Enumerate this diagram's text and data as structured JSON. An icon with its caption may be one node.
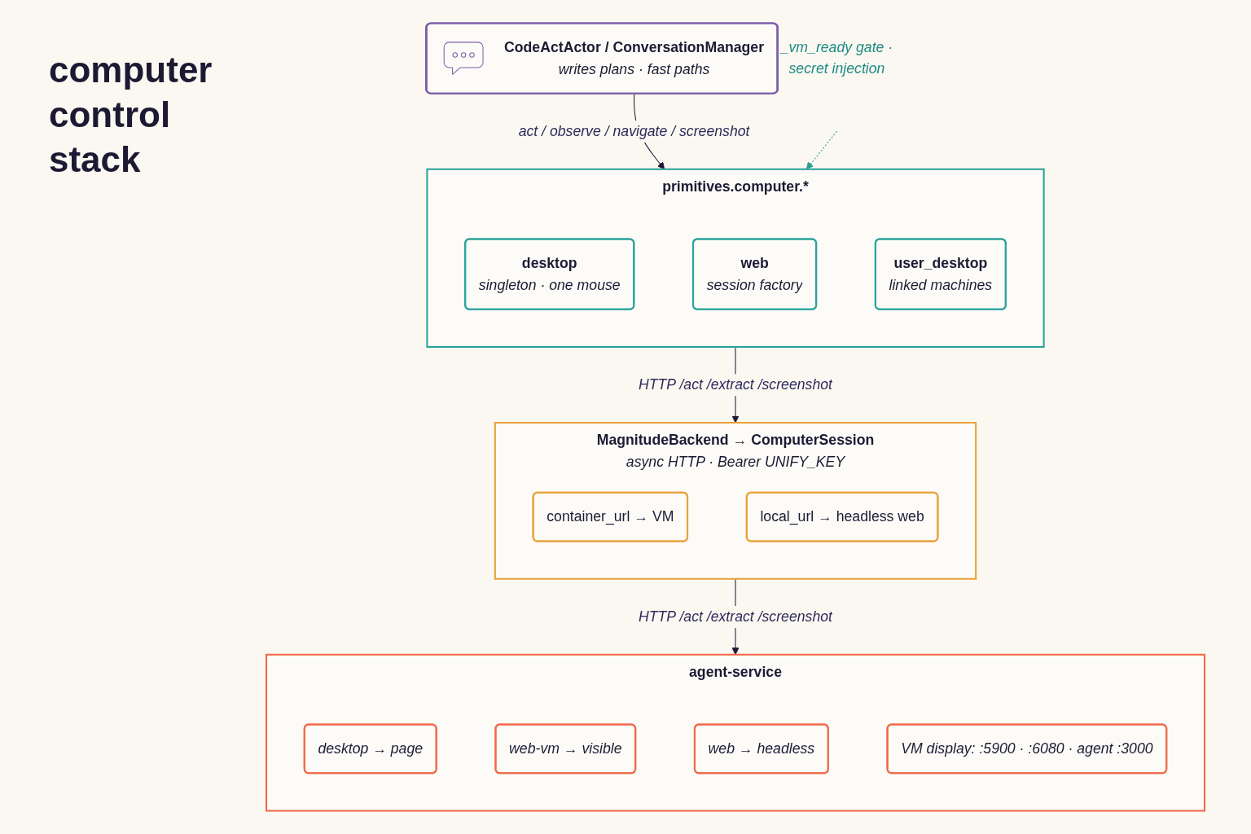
{
  "diagram": {
    "title": "computer control stack",
    "nodes": [
      {
        "text": [
          "CodeActActor / ConversationManager",
          "writes plans · fast paths"
        ]
      },
      {
        "text": [
          "_vm_ready gate · secret injection"
        ]
      },
      {
        "text": [
          "primitives.computer.*"
        ]
      },
      {
        "text": [
          "desktop",
          "singleton · one mouse"
        ],
        "in": 2
      },
      {
        "text": [
          "web",
          "session factory"
        ],
        "in": 2
      },
      {
        "text": [
          "user_desktop",
          "linked machines"
        ],
        "in": 2
      },
      {
        "text": [
          "MagnitudeBackend → ComputerSession",
          "async HTTP · Bearer UNIFY_KEY"
        ]
      },
      {
        "text": [
          "container_url → VM"
        ],
        "in": 6
      },
      {
        "text": [
          "local_url → headless web"
        ],
        "in": 6
      },
      {
        "text": [
          "agent-service"
        ]
      },
      {
        "text": [
          "desktop → page"
        ],
        "in": 9
      },
      {
        "text": [
          "web-vm → visible"
        ],
        "in": 9
      },
      {
        "text": [
          "web → headless"
        ],
        "in": 9
      },
      {
        "text": [
          "VM display: :5900 · :6080 · agent :3000"
        ],
        "in": 9
      }
    ],
    "edges": [
      {
        "from": 0,
        "to": 2,
        "arrow": "to",
        "label": "act / observe / navigate / screenshot"
      },
      {
        "from": 1,
        "to": 2,
        "arrow": "to",
        "style": "dashed",
        "color": "#2a9d94"
      },
      {
        "from": 2,
        "to": 6,
        "arrow": "to",
        "label": "HTTP /act /extract /screenshot"
      },
      {
        "from": 6,
        "to": 9,
        "arrow": "to",
        "label": "HTTP /act /extract /screenshot"
      }
    ]
  }
}
